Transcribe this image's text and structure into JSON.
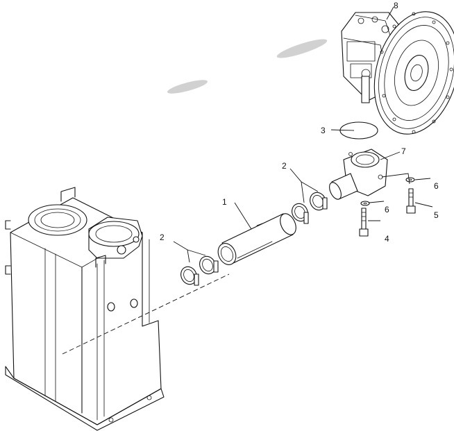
{
  "callouts": {
    "c1": "1",
    "c2a": "2",
    "c2b": "2",
    "c3": "3",
    "c4": "4",
    "c5": "5",
    "c6a": "6",
    "c6b": "6",
    "c7": "7",
    "c8": "8"
  }
}
